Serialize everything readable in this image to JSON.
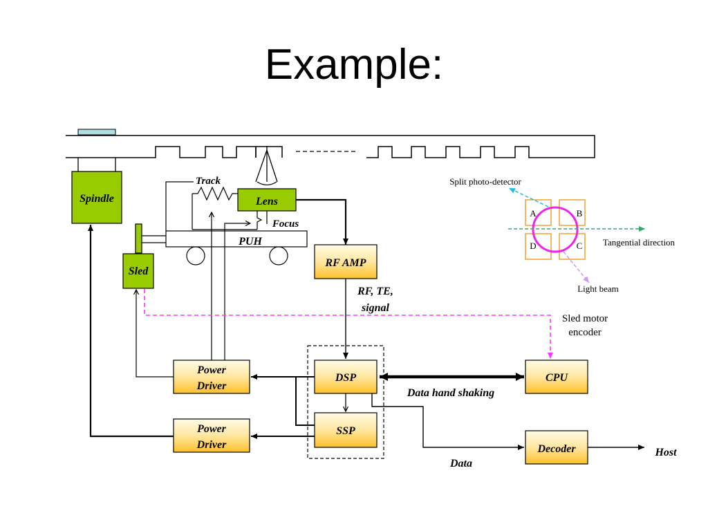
{
  "slide": {
    "title": "Example:"
  },
  "colors": {
    "green_block": "#99cc00",
    "orange_block_top": "#fffbe6",
    "orange_block_bottom": "#ffc02a",
    "sled_encoder_line": "#ff33ff",
    "beam_circle": "#ee22ee",
    "detector_quadrant": "#f0a030",
    "split_detector_arrow": "#22bbdd",
    "tangential_arrow": "#33aa66",
    "light_beam_arrow": "#cc99ff",
    "disc_label": "#b0dde0"
  },
  "blocks": {
    "spindle": "Spindle",
    "sled": "Sled",
    "lens": "Lens",
    "puh": "PUH",
    "rf_amp": "RF AMP",
    "dsp": "DSP",
    "ssp": "SSP",
    "cpu": "CPU",
    "decoder": "Decoder",
    "power_driver_top": [
      "Power",
      "Driver"
    ],
    "power_driver_bottom": [
      "Power",
      "Driver"
    ]
  },
  "labels": {
    "track": "Track",
    "focus": "Focus",
    "rf_te_signal": [
      "RF, TE,",
      "signal"
    ],
    "data_hand_shaking": "Data hand shaking",
    "data": "Data",
    "host": "Host",
    "sled_motor_encoder": [
      "Sled motor",
      "encoder"
    ]
  },
  "photo_detector": {
    "split_label": "Split photo-detector",
    "tangential_label": "Tangential direction",
    "light_beam_label": "Light beam",
    "quadrants": [
      "A",
      "B",
      "C",
      "D"
    ]
  }
}
